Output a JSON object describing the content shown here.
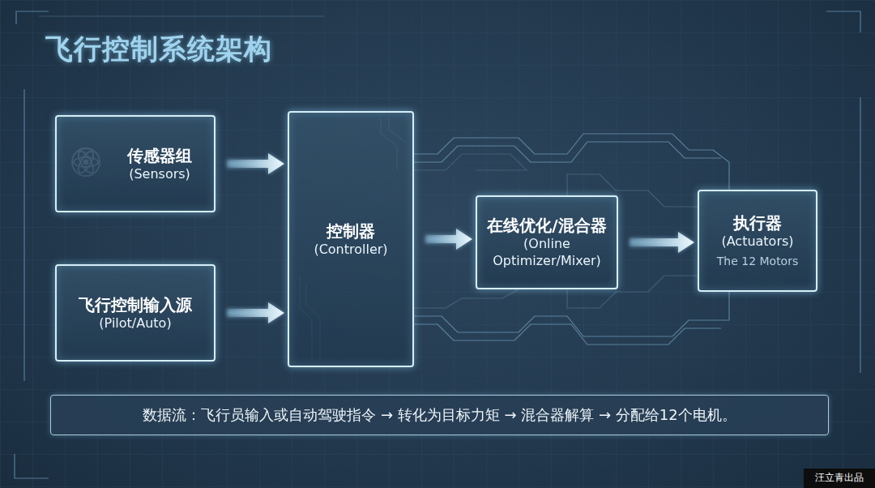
{
  "diagram": {
    "title": "飞行控制系统架构",
    "nodes": [
      {
        "text": [
          "传感器组",
          "(Sensors)"
        ]
      },
      {
        "text": [
          "飞行控制输入源",
          "(Pilot/Auto)"
        ]
      },
      {
        "text": [
          "控制器",
          "(Controller)"
        ]
      },
      {
        "text": [
          "在线优化/混合器",
          "(Online Optimizer/Mixer)"
        ]
      },
      {
        "text": [
          "执行器",
          "(Actuators)",
          "The 12 Motors"
        ]
      },
      {
        "text": [
          "数据流：飞行员输入或自动驾驶指令 → 转化为目标力矩 → 混合器解算 → 分配给12个电机。"
        ]
      }
    ],
    "edges": [
      {
        "from": 0,
        "to": 2,
        "arrow": "to"
      },
      {
        "from": 1,
        "to": 2,
        "arrow": "to"
      },
      {
        "from": 2,
        "to": 3,
        "arrow": "to"
      },
      {
        "from": 3,
        "to": 4,
        "arrow": "to"
      }
    ],
    "labels": [
      "汪立青出品"
    ]
  }
}
